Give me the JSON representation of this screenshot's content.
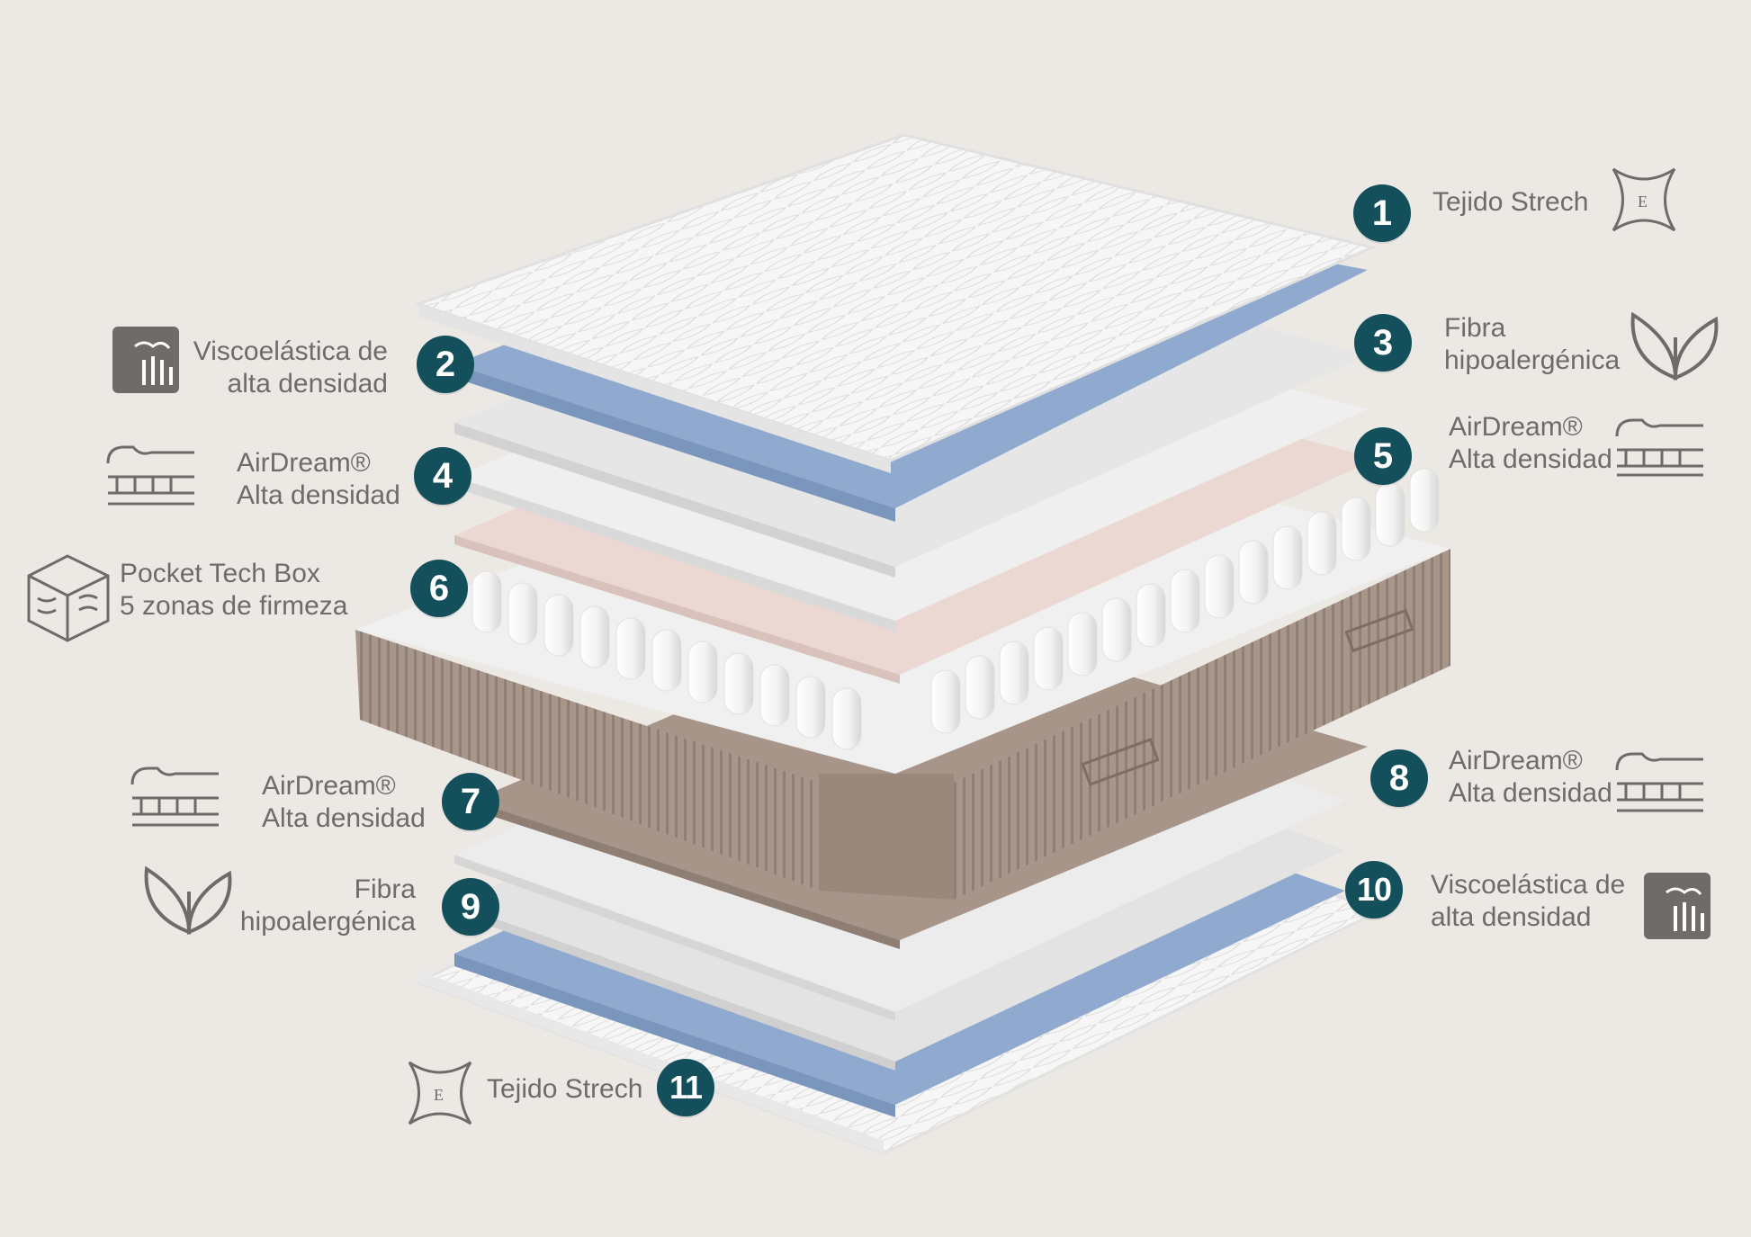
{
  "layers": [
    {
      "number": "1",
      "lines": [
        "Tejido Strech"
      ],
      "icon": "stretch-fabric-icon"
    },
    {
      "number": "2",
      "lines": [
        "Viscoelástica de",
        "alta densidad"
      ],
      "icon": "hand-press-icon"
    },
    {
      "number": "3",
      "lines": [
        "Fibra",
        "hipoalergénica"
      ],
      "icon": "leaf-icon"
    },
    {
      "number": "4",
      "lines": [
        "AirDream®",
        "Alta densidad"
      ],
      "icon": "foam-layer-icon"
    },
    {
      "number": "5",
      "lines": [
        "AirDream®",
        "Alta densidad"
      ],
      "icon": "foam-layer-icon"
    },
    {
      "number": "6",
      "lines": [
        "Pocket Tech Box",
        "5 zonas de firmeza"
      ],
      "icon": "pocket-spring-box-icon"
    },
    {
      "number": "7",
      "lines": [
        "AirDream®",
        "Alta densidad"
      ],
      "icon": "foam-layer-icon"
    },
    {
      "number": "8",
      "lines": [
        "AirDream®",
        "Alta densidad"
      ],
      "icon": "foam-layer-icon"
    },
    {
      "number": "9",
      "lines": [
        "Fibra",
        "hipoalergénica"
      ],
      "icon": "leaf-icon"
    },
    {
      "number": "10",
      "lines": [
        "Viscoelástica de",
        "alta densidad"
      ],
      "icon": "hand-press-icon"
    },
    {
      "number": "11",
      "lines": [
        "Tejido Strech"
      ],
      "icon": "stretch-fabric-icon"
    }
  ],
  "colors": {
    "background": "#ece8e4",
    "badge": "#14505c",
    "label_text": "#6f6b69",
    "icon": "#6f6b69",
    "visco_layer": "#8fa9cf",
    "fiber_layer": "#e6e6e6",
    "airdream_layer": "#ebd8d2",
    "cover": "#f7f7f7",
    "side_fabric": "#a9978b"
  }
}
